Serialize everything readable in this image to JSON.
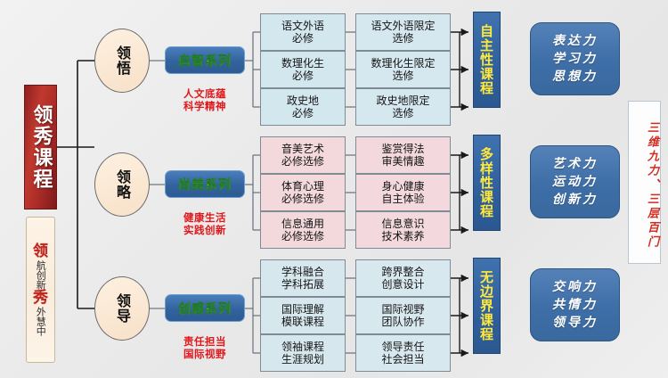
{
  "banner": {
    "title": "领秀课程"
  },
  "seal": {
    "char1": "领",
    "text1": "航创新",
    "char2": "秀",
    "text2": "外慧中"
  },
  "groups": [
    {
      "oval": "领悟",
      "series_label": "启智系列",
      "red_caption_line1": "人文底蕴",
      "red_caption_line2": "科学精神",
      "col1": [
        {
          "line1": "语文外语",
          "line2": "必修"
        },
        {
          "line1": "数理化生",
          "line2": "必修"
        },
        {
          "line1": "政史地",
          "line2": "必修"
        }
      ],
      "col2": [
        {
          "line1": "语文外语限定",
          "line2": "选修"
        },
        {
          "line1": "数理化生限定",
          "line2": "选修"
        },
        {
          "line1": "政史地限定",
          "line2": "选修"
        }
      ],
      "course_bar": "自主性课程",
      "abilities": [
        "表达力",
        "学习力",
        "思想力"
      ]
    },
    {
      "oval": "领略",
      "series_label": "尚美系列",
      "red_caption_line1": "健康生活",
      "red_caption_line2": "实践创新",
      "col1": [
        {
          "line1": "音美艺术",
          "line2": "必修选修"
        },
        {
          "line1": "体育心理",
          "line2": "必修选修"
        },
        {
          "line1": "信息通用",
          "line2": "必修选修"
        }
      ],
      "col2": [
        {
          "line1": "鉴赏得法",
          "line2": "审美情趣"
        },
        {
          "line1": "身心健康",
          "line2": "自主体验"
        },
        {
          "line1": "信息意识",
          "line2": "技术素养"
        }
      ],
      "course_bar": "多样性课程",
      "abilities": [
        "艺术力",
        "运动力",
        "创新力"
      ]
    },
    {
      "oval": "领导",
      "series_label": "创感系列",
      "red_caption_line1": "责任担当",
      "red_caption_line2": "国际视野",
      "col1": [
        {
          "line1": "学科融合",
          "line2": "学科拓展"
        },
        {
          "line1": "国际理解",
          "line2": "模联课程"
        },
        {
          "line1": "领袖课程",
          "line2": "生涯规划"
        }
      ],
      "col2": [
        {
          "line1": "跨界整合",
          "line2": "创意设计"
        },
        {
          "line1": "国际视野",
          "line2": "团队协作"
        },
        {
          "line1": "领导责任",
          "line2": "社会担当"
        }
      ],
      "course_bar": "无边界课程",
      "abilities": [
        "交响力",
        "共情力",
        "领导力"
      ]
    }
  ],
  "slogan": {
    "text": "三维九力、三层百门"
  },
  "colors": {
    "banner_red": "#c0392f",
    "series_blue": "#33639e",
    "series_text_yellow": "#ffec44",
    "red_caption": "#e1171a",
    "course_bar_blue": "#2f5f9c",
    "ability_blue": "#3e6ea7",
    "slogan_red": "#d42b20",
    "cell_blue": "#d3e7ef",
    "cell_pink": "#f3d8dc"
  }
}
